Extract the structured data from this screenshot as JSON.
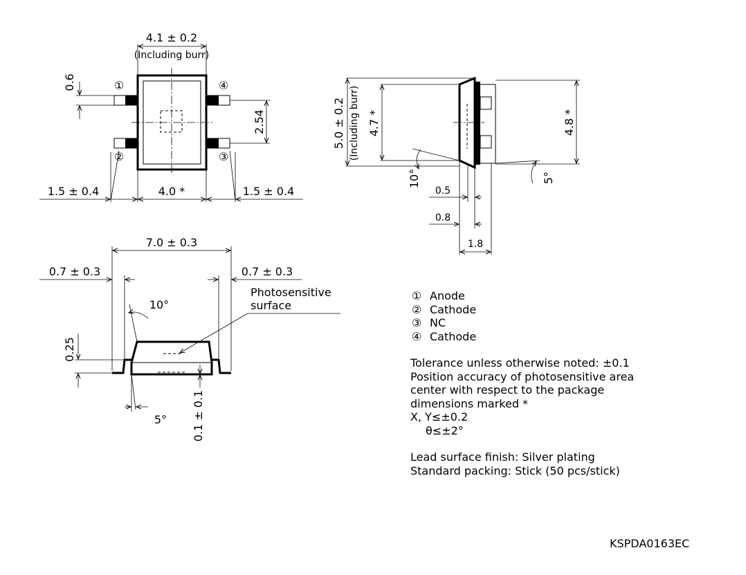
{
  "top_view": {
    "width_dim": "4.1 ± 0.2",
    "width_note": "(Including burr)",
    "lead_width": "0.6",
    "pitch": "2.54",
    "body_width": "4.0 *",
    "left_lead": "1.5 ± 0.4",
    "right_lead": "1.5 ± 0.4",
    "pins": [
      "①",
      "②",
      "③",
      "④"
    ]
  },
  "side_view": {
    "height_dim": "5.0 ± 0.2",
    "height_note": "(Including burr)",
    "height_star": "4.7 *",
    "right_height": "4.8 *",
    "angle_left": "10°",
    "angle_right": "5°",
    "dim_a": "0.5",
    "dim_b": "0.8",
    "dim_c": "1.8"
  },
  "front_view": {
    "overall_width": "7.0 ± 0.3",
    "left_offset": "0.7 ± 0.3",
    "right_offset": "0.7 ± 0.3",
    "angle_top": "10°",
    "angle_bottom": "5°",
    "lead_height": "0.25",
    "bottom_dim": "0.1 ± 0.1",
    "surface_label_1": "Photosensitive",
    "surface_label_2": "surface"
  },
  "pin_legend": [
    {
      "num": "①",
      "name": "Anode"
    },
    {
      "num": "②",
      "name": "Cathode"
    },
    {
      "num": "③",
      "name": "NC"
    },
    {
      "num": "④",
      "name": "Cathode"
    }
  ],
  "notes": {
    "tolerance": "Tolerance unless otherwise noted: ±0.1",
    "accuracy_1": "Position accuracy of photosensitive area",
    "accuracy_2": "center with respect to the package",
    "accuracy_3": "dimensions marked *",
    "xy": "X, Y≤±0.2",
    "theta": "θ≤±2°",
    "finish": "Lead surface finish: Silver plating",
    "packing": "Standard packing: Stick (50 pcs/stick)"
  },
  "drawing_id": "KSPDA0163EC"
}
